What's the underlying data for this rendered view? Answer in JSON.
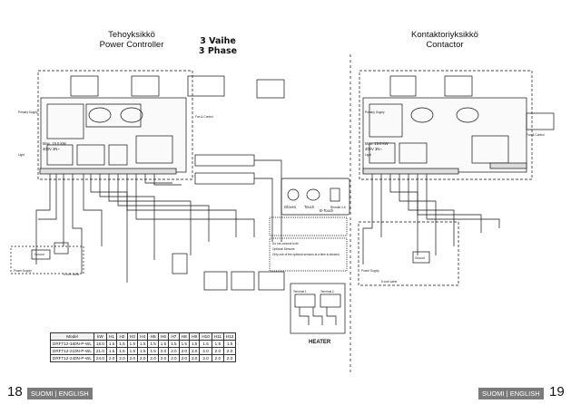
{
  "left": {
    "title_fi": "Tehoyksikkö",
    "title_en": "Power Controller",
    "phase_fi": "3 Vaihe",
    "phase_en": "3 Phase"
  },
  "right": {
    "title_fi": "Kontaktoriyksikkö",
    "title_en": "Contactor"
  },
  "labels": {
    "heater": "HEATER",
    "terminal1": "Terminal 1",
    "terminal2": "Terminal 2",
    "gloves": "Gloves",
    "touch": "Touch",
    "btouch": "B-Touch",
    "remote": "Remote 3-5",
    "max_load": "Max. 15.0 kW",
    "volts": "400V 3N~",
    "primary_supply": "Primary Supply",
    "fan_control": "Fan & Control",
    "light": "Light",
    "power_supply": "Power Supply",
    "ground": "Ground",
    "cable_1": "6 core cable",
    "cable_2": "6 core cable",
    "not_connected": "Do not connect both",
    "optional": "Optional Sensors",
    "only_one": "Only one of the optional sensors at a time is allowed."
  },
  "table": {
    "headers": [
      "Model",
      "kW",
      "H1",
      "H2",
      "H3",
      "H4",
      "H5",
      "H6",
      "H7",
      "H8",
      "H9",
      "H10",
      "H11",
      "H12"
    ],
    "rows": [
      [
        "DRFT12-180N-P-WL",
        "18.0",
        "1.5",
        "1.5",
        "1.5",
        "1.5",
        "1.5",
        "1.5",
        "1.5",
        "1.5",
        "1.5",
        "1.5",
        "1.5",
        "1.5"
      ],
      [
        "DRFT12-210N-P-WL",
        "21.0",
        "1.5",
        "1.5",
        "1.5",
        "1.5",
        "1.5",
        "2.0",
        "2.0",
        "2.0",
        "2.0",
        "2.0",
        "2.0",
        "2.0"
      ],
      [
        "DRFT12-240N-P-WL",
        "24.0",
        "2.0",
        "2.0",
        "2.0",
        "2.0",
        "2.0",
        "2.0",
        "2.0",
        "2.0",
        "2.0",
        "2.0",
        "2.0",
        "2.0"
      ]
    ]
  },
  "footer": {
    "left_page": "18",
    "left_lang": "SUOMI | ENGLISH",
    "right_lang": "SUOMI | ENGLISH",
    "right_page": "19"
  },
  "colors": {
    "footer_bar": "#7b7b7b",
    "line": "#111111"
  }
}
